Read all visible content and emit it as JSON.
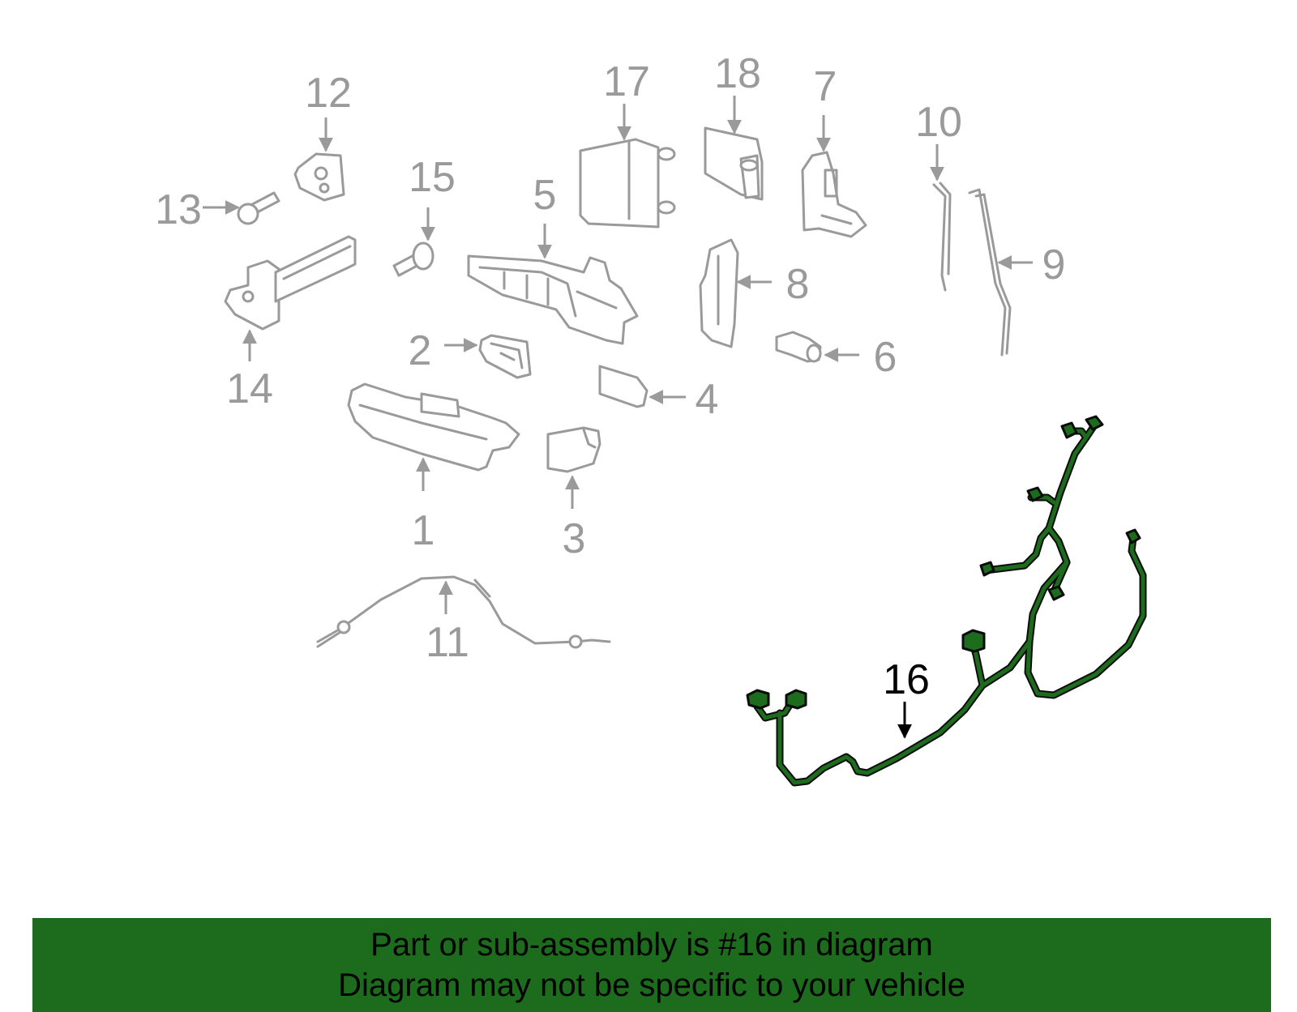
{
  "diagram": {
    "highlight_color": "#1d6b1d",
    "part_color": "#9a9a9a",
    "highlighted_part": "16",
    "callouts": {
      "c1": "1",
      "c2": "2",
      "c3": "3",
      "c4": "4",
      "c5": "5",
      "c6": "6",
      "c7": "7",
      "c8": "8",
      "c9": "9",
      "c10": "10",
      "c11": "11",
      "c12": "12",
      "c13": "13",
      "c14": "14",
      "c15": "15",
      "c16": "16",
      "c17": "17",
      "c18": "18"
    }
  },
  "banner": {
    "line1": "Part or sub-assembly is #16 in diagram",
    "line2": "Diagram may not be specific to your vehicle",
    "background": "#1d6b1d"
  }
}
